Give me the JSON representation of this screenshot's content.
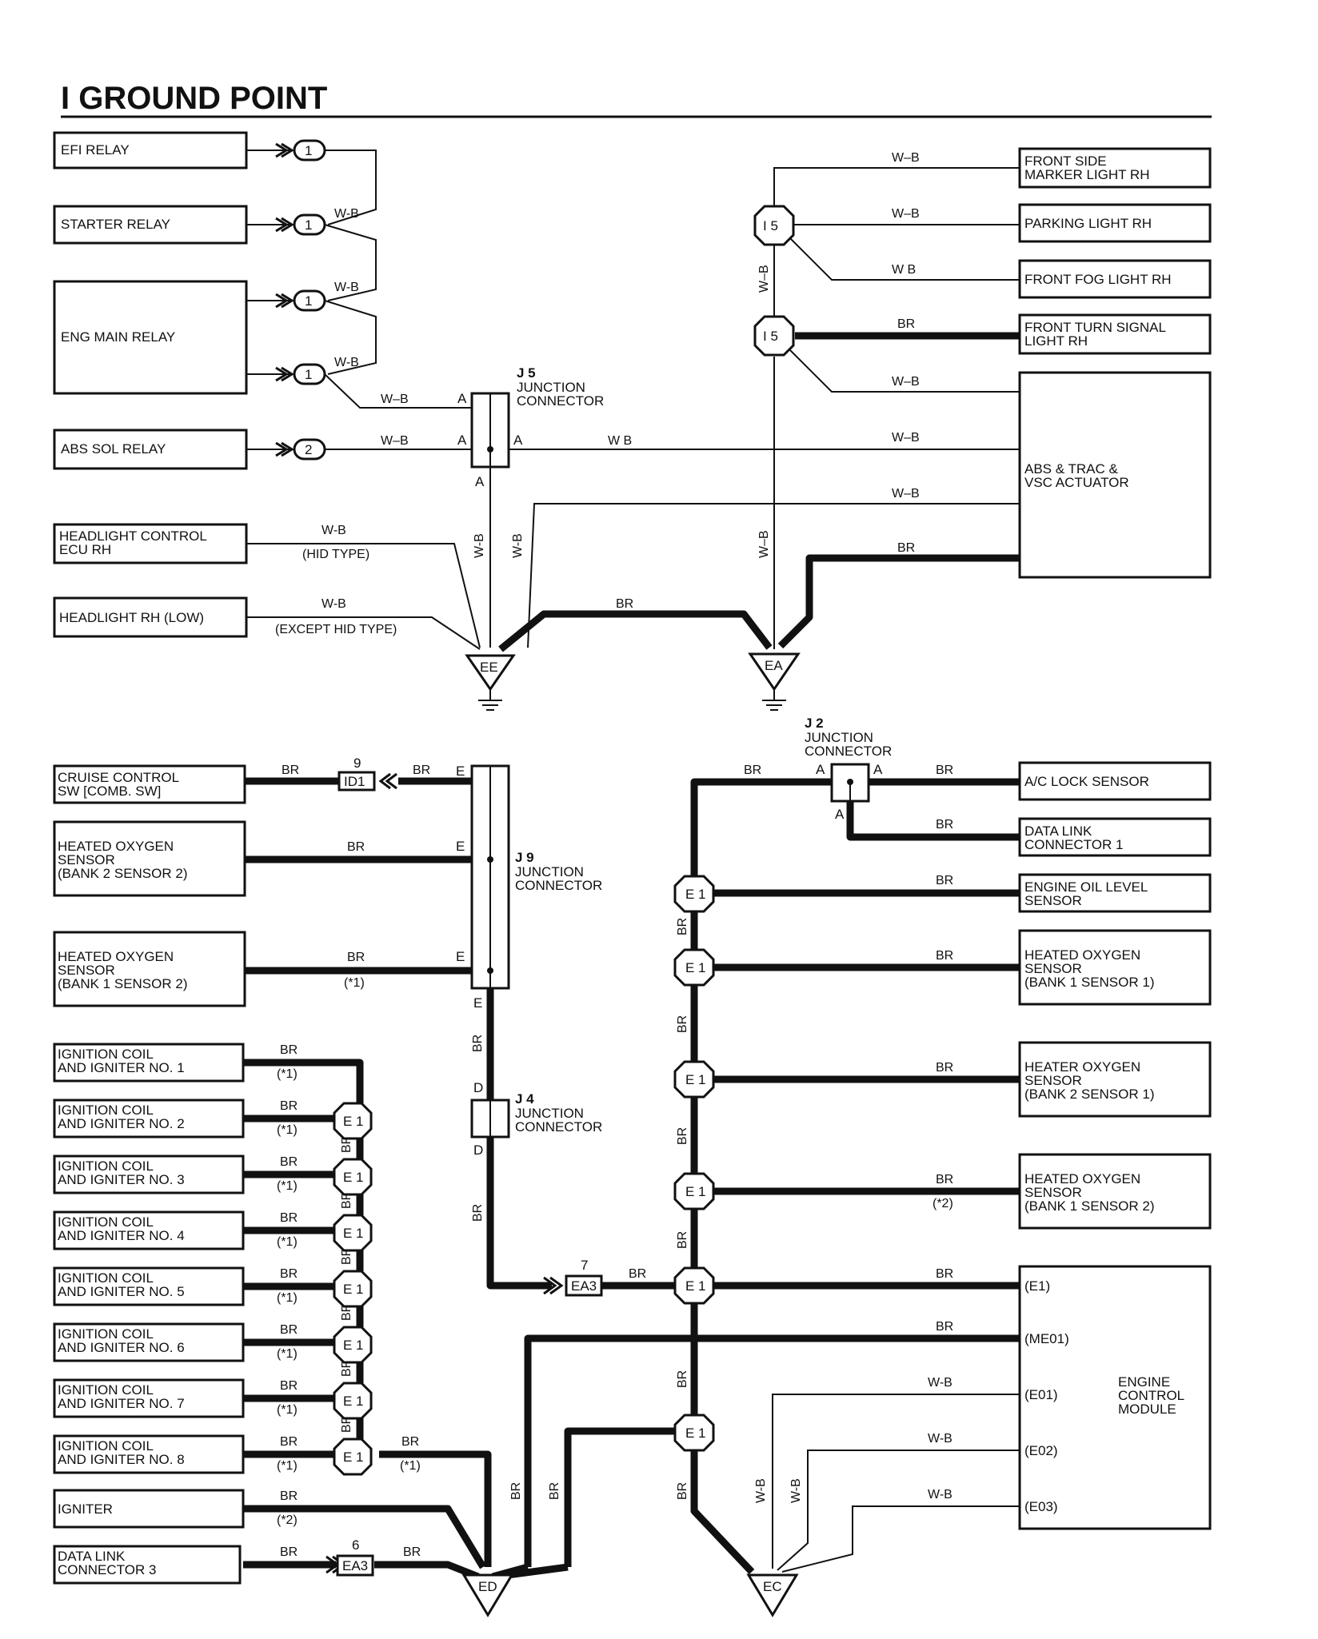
{
  "title": "I  GROUND POINT",
  "components": {
    "efi_relay": "EFI RELAY",
    "starter_relay": "STARTER RELAY",
    "eng_main_relay": "ENG MAIN RELAY",
    "abs_sol_relay": "ABS SOL RELAY",
    "headlight_ecu_1": "HEADLIGHT CONTROL",
    "headlight_ecu_2": "ECU RH",
    "headlight_low": "HEADLIGHT RH (LOW)",
    "front_side_1": "FRONT SIDE",
    "front_side_2": "MARKER LIGHT RH",
    "parking": "PARKING LIGHT RH",
    "fog": "FRONT FOG LIGHT RH",
    "turn_1": "FRONT TURN SIGNAL",
    "turn_2": "LIGHT RH",
    "abs_1": "ABS & TRAC &",
    "abs_2": "VSC ACTUATOR",
    "cruise_1": "CRUISE CONTROL",
    "cruise_2": "SW [COMB.  SW]",
    "ho_b2s2_1": "HEATED OXYGEN",
    "ho_b2s2_2": "SENSOR",
    "ho_b2s2_3": "(BANK 2 SENSOR 2)",
    "ho_b1s2_1": "HEATED OXYGEN",
    "ho_b1s2_2": "SENSOR",
    "ho_b1s2_3": "(BANK 1 SENSOR 2)",
    "coil_1": "IGNITION COIL",
    "coil_no1": "AND IGNITER NO. 1",
    "coil_no2": "AND IGNITER NO. 2",
    "coil_no3": "AND IGNITER NO. 3",
    "coil_no4": "AND IGNITER NO. 4",
    "coil_no5": "AND IGNITER NO. 5",
    "coil_no6": "AND IGNITER NO. 6",
    "coil_no7": "AND IGNITER NO. 7",
    "coil_no8": "AND IGNITER NO. 8",
    "igniter": "IGNITER",
    "dlc3_1": "DATA LINK",
    "dlc3_2": "CONNECTOR 3",
    "ac_lock": "A/C LOCK SENSOR",
    "dlc1_1": "DATA LINK",
    "dlc1_2": "CONNECTOR 1",
    "oil_1": "ENGINE OIL LEVEL",
    "oil_2": "SENSOR",
    "ho_b1s1_1": "HEATED OXYGEN",
    "ho_b1s1_2": "SENSOR",
    "ho_b1s1_3": "(BANK 1 SENSOR 1)",
    "ho_b2s1_1": "HEATER OXYGEN",
    "ho_b2s1_2": "SENSOR",
    "ho_b2s1_3": "(BANK 2 SENSOR 1)",
    "ho2_b1s2_1": "HEATED OXYGEN",
    "ho2_b1s2_2": "SENSOR",
    "ho2_b1s2_3": "(BANK 1 SENSOR 2)",
    "ecm_1": "ENGINE",
    "ecm_2": "CONTROL",
    "ecm_3": "MODULE",
    "ecm_e1": "(E1)",
    "ecm_me01": "(ME01)",
    "ecm_e01": "(E01)",
    "ecm_e02": "(E02)",
    "ecm_e03": "(E03)"
  },
  "junctions": {
    "j5_name": "J 5",
    "j5_desc1": "JUNCTION",
    "j5_desc2": "CONNECTOR",
    "j2_name": "J 2",
    "j2_desc1": "JUNCTION",
    "j2_desc2": "CONNECTOR",
    "j9_name": "J 9",
    "j9_desc1": "JUNCTION",
    "j9_desc2": "CONNECTOR",
    "j4_name": "J 4",
    "j4_desc1": "JUNCTION",
    "j4_desc2": "CONNECTOR",
    "pin_a": "A",
    "pin_d": "D",
    "pin_e": "E"
  },
  "connectors": {
    "c1": "1",
    "c2": "2",
    "i5": "I 5",
    "e1": "E 1",
    "id1": "ID1",
    "id1_num": "9",
    "ea3": "EA3",
    "ea3_num_a": "7",
    "ea3_num_b": "6"
  },
  "grounds": {
    "ee": "EE",
    "ea": "EA",
    "ed": "ED",
    "ec": "EC"
  },
  "wire_labels": {
    "wb": "W-B",
    "wb_alt": "W–B",
    "wb_space": "W  B",
    "br": "BR",
    "hid": "(HID TYPE)",
    "except_hid": "(EXCEPT HID TYPE)",
    "note1": "(*1)",
    "note2": "(*2)"
  }
}
